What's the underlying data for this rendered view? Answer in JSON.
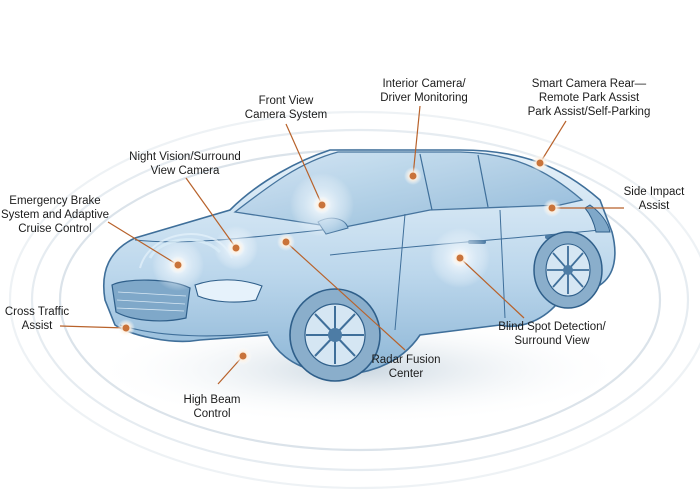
{
  "colors": {
    "leader": "#b8622b",
    "dot": "#c9733a",
    "glow": "#fff4e6",
    "car_outline": "#3f6f9a",
    "car_body": "#cfe2f0",
    "car_glass": "#a9cbe4",
    "sensor_ring": "#d9ecf8"
  },
  "icons": {
    "car": "sedan-wireframe-illustration",
    "dot": "glowing-orange-dot"
  },
  "labels": {
    "front_view": {
      "lines": [
        "Front View",
        "Camera System"
      ]
    },
    "interior_camera": {
      "lines": [
        "Interior Camera/",
        "Driver Monitoring"
      ]
    },
    "smart_camera": {
      "lines": [
        "Smart Camera Rear—",
        "Remote Park Assist",
        "Park Assist/Self-Parking"
      ]
    },
    "night_vision": {
      "lines": [
        "Night Vision/Surround",
        "View Camera"
      ]
    },
    "side_impact": {
      "lines": [
        "Side Impact",
        "Assist"
      ]
    },
    "emergency_brake": {
      "lines": [
        "Emergency Brake",
        "System and Adaptive",
        "Cruise Control"
      ]
    },
    "cross_traffic": {
      "lines": [
        "Cross Traffic",
        "Assist"
      ]
    },
    "blind_spot": {
      "lines": [
        "Blind Spot Detection/",
        "Surround View"
      ]
    },
    "radar_fusion": {
      "lines": [
        "Radar Fusion",
        "Center"
      ]
    },
    "high_beam": {
      "lines": [
        "High Beam",
        "Control"
      ]
    }
  }
}
